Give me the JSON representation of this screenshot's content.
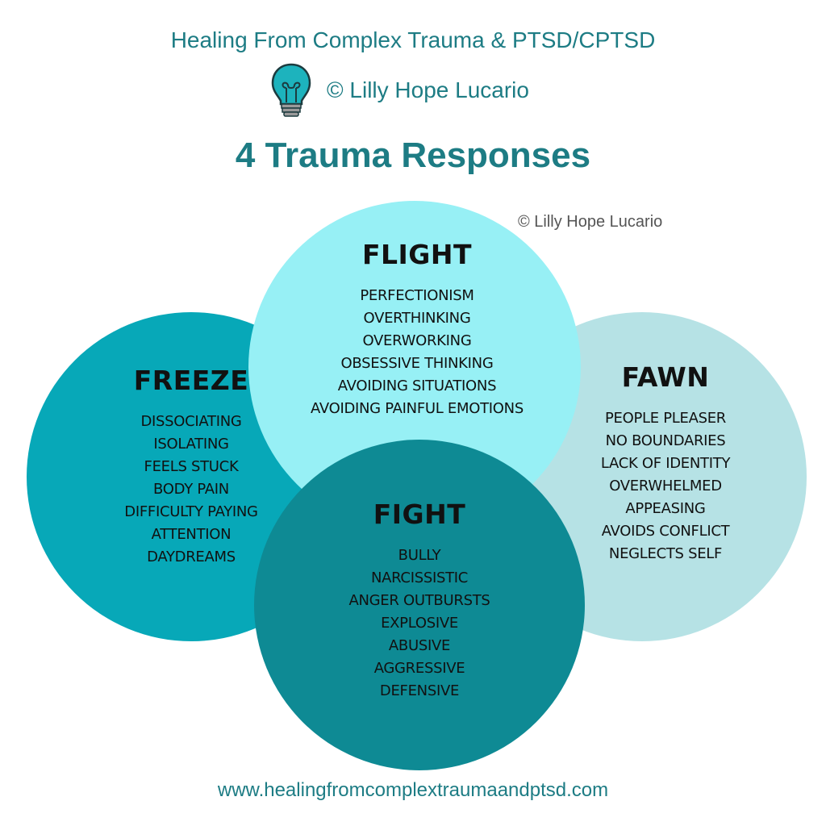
{
  "header": {
    "title": "Healing From Complex Trauma & PTSD/CPTSD",
    "copyright": "© Lilly Hope Lucario",
    "logo_icon": "lightbulb-icon",
    "main_title": "4 Trauma Responses"
  },
  "watermark": "© Lilly Hope Lucario",
  "colors": {
    "freeze": "#07a8b8",
    "flight": "#97f0f5",
    "fawn": "#b6e2e5",
    "fight": "#0e8a94",
    "accent": "#1d7c84"
  },
  "responses": {
    "freeze": {
      "title": "FREEZE",
      "items": [
        "DISSOCIATING",
        "ISOLATING",
        "FEELS STUCK",
        "BODY PAIN",
        "DIFFICULTY PAYING",
        "ATTENTION",
        "DAYDREAMS"
      ]
    },
    "flight": {
      "title": "FLIGHT",
      "items": [
        "PERFECTIONISM",
        "OVERTHINKING",
        "OVERWORKING",
        "OBSESSIVE THINKING",
        "AVOIDING SITUATIONS",
        "AVOIDING PAINFUL EMOTIONS"
      ]
    },
    "fawn": {
      "title": "FAWN",
      "items": [
        "PEOPLE PLEASER",
        "NO BOUNDARIES",
        "LACK OF IDENTITY",
        "OVERWHELMED",
        "APPEASING",
        "AVOIDS CONFLICT",
        "NEGLECTS SELF"
      ]
    },
    "fight": {
      "title": "FIGHT",
      "items": [
        "BULLY",
        "NARCISSISTIC",
        "ANGER OUTBURSTS",
        "EXPLOSIVE",
        "ABUSIVE",
        "AGGRESSIVE",
        "DEFENSIVE"
      ]
    }
  },
  "footer": {
    "url": "www.healingfromcomplextraumaandptsd.com"
  }
}
